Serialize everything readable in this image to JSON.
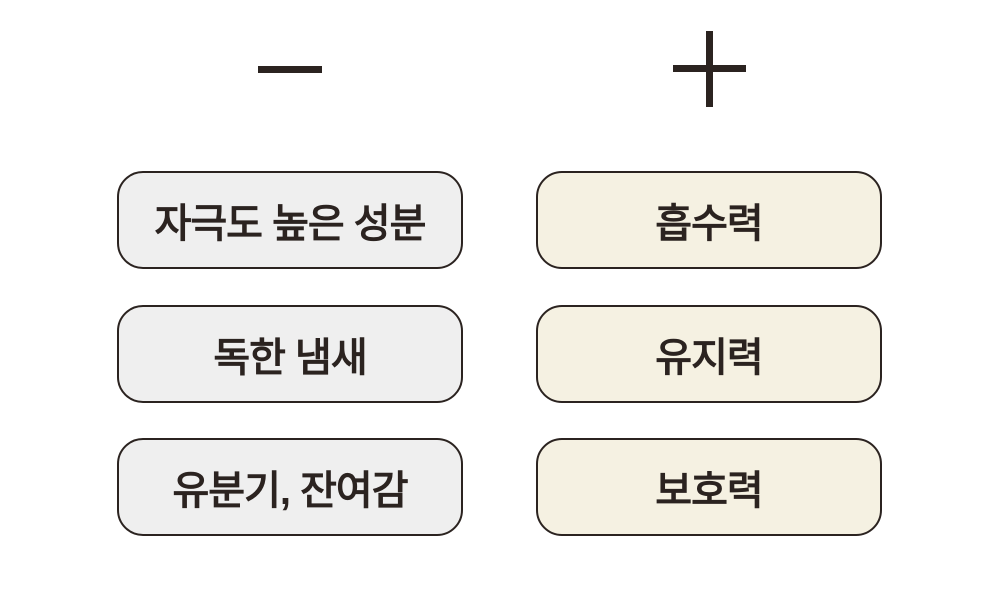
{
  "page": {
    "background": "#ffffff"
  },
  "colors": {
    "ink": "#2b2320",
    "border": "#2b2320",
    "negative_box_fill": "#efefef",
    "positive_box_fill": "#f5f1e2"
  },
  "columns": {
    "negative": {
      "symbol": "−",
      "symbol_icon": "minus-icon",
      "items": [
        {
          "label": "자극도 높은 성분"
        },
        {
          "label": "독한 냄새"
        },
        {
          "label": "유분기, 잔여감"
        }
      ]
    },
    "positive": {
      "symbol": "+",
      "symbol_icon": "plus-icon",
      "items": [
        {
          "label": "흡수력"
        },
        {
          "label": "유지력"
        },
        {
          "label": "보호력"
        }
      ]
    }
  }
}
